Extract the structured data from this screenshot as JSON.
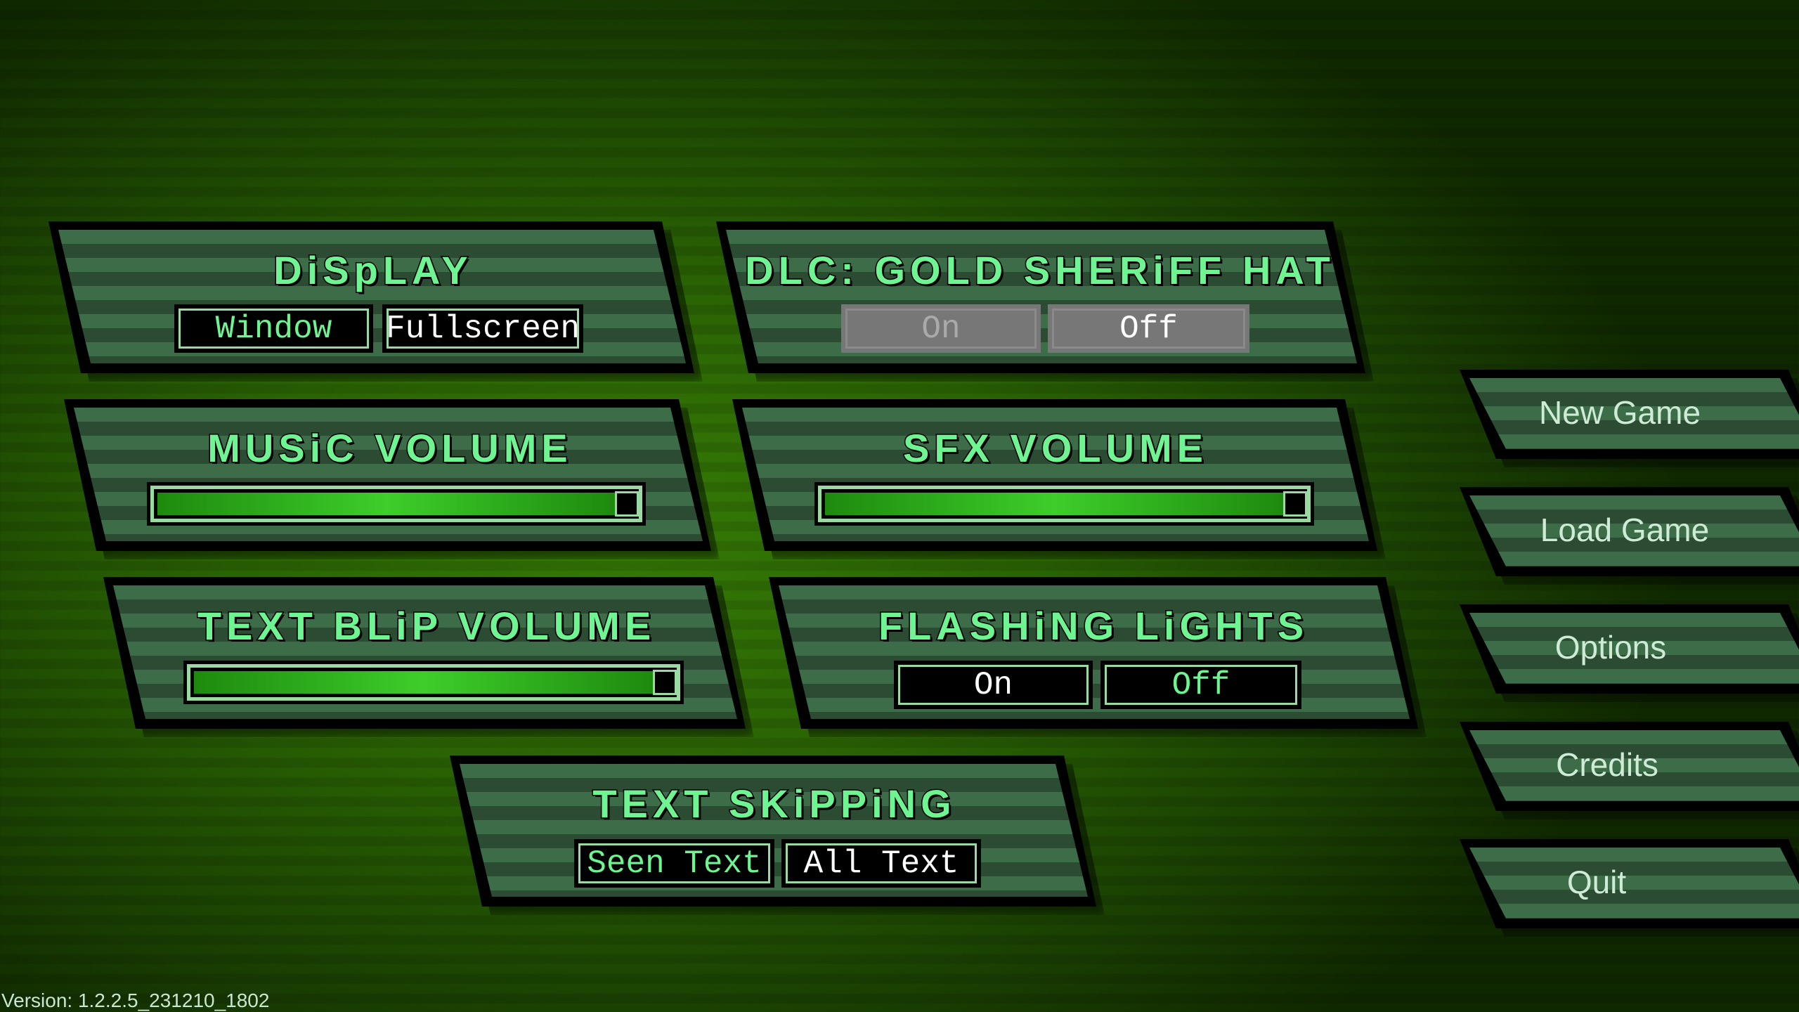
{
  "settings": {
    "display": {
      "title": "DiSpLAY",
      "options": [
        "Window",
        "Fullscreen"
      ],
      "selected": "Window"
    },
    "dlc": {
      "title": "DLC: GOLD SHERiFF HAT",
      "options": [
        "On",
        "Off"
      ],
      "selected": "Off",
      "disabled": true
    },
    "music_volume": {
      "title": "MUSiC VOLUME",
      "value_percent": 100
    },
    "sfx_volume": {
      "title": "SFX VOLUME",
      "value_percent": 100
    },
    "text_blip_volume": {
      "title": "TEXT BLiP VOLUME",
      "value_percent": 100
    },
    "flashing_lights": {
      "title": "FLASHiNG LiGHTS",
      "options": [
        "On",
        "Off"
      ],
      "selected": "Off"
    },
    "text_skipping": {
      "title": "TEXT SKiPPiNG",
      "options": [
        "Seen Text",
        "All Text"
      ],
      "selected": "Seen Text"
    }
  },
  "menu": {
    "items": [
      "New Game",
      "Load Game",
      "Options",
      "Credits",
      "Quit"
    ]
  },
  "version": "Version: 1.2.2.5_231210_1802",
  "colors": {
    "accent": "#6ef592",
    "panel_stripe_light": "#3d6c49",
    "panel_stripe_dark": "#2b4b32",
    "menu_text": "#cdebd5"
  }
}
